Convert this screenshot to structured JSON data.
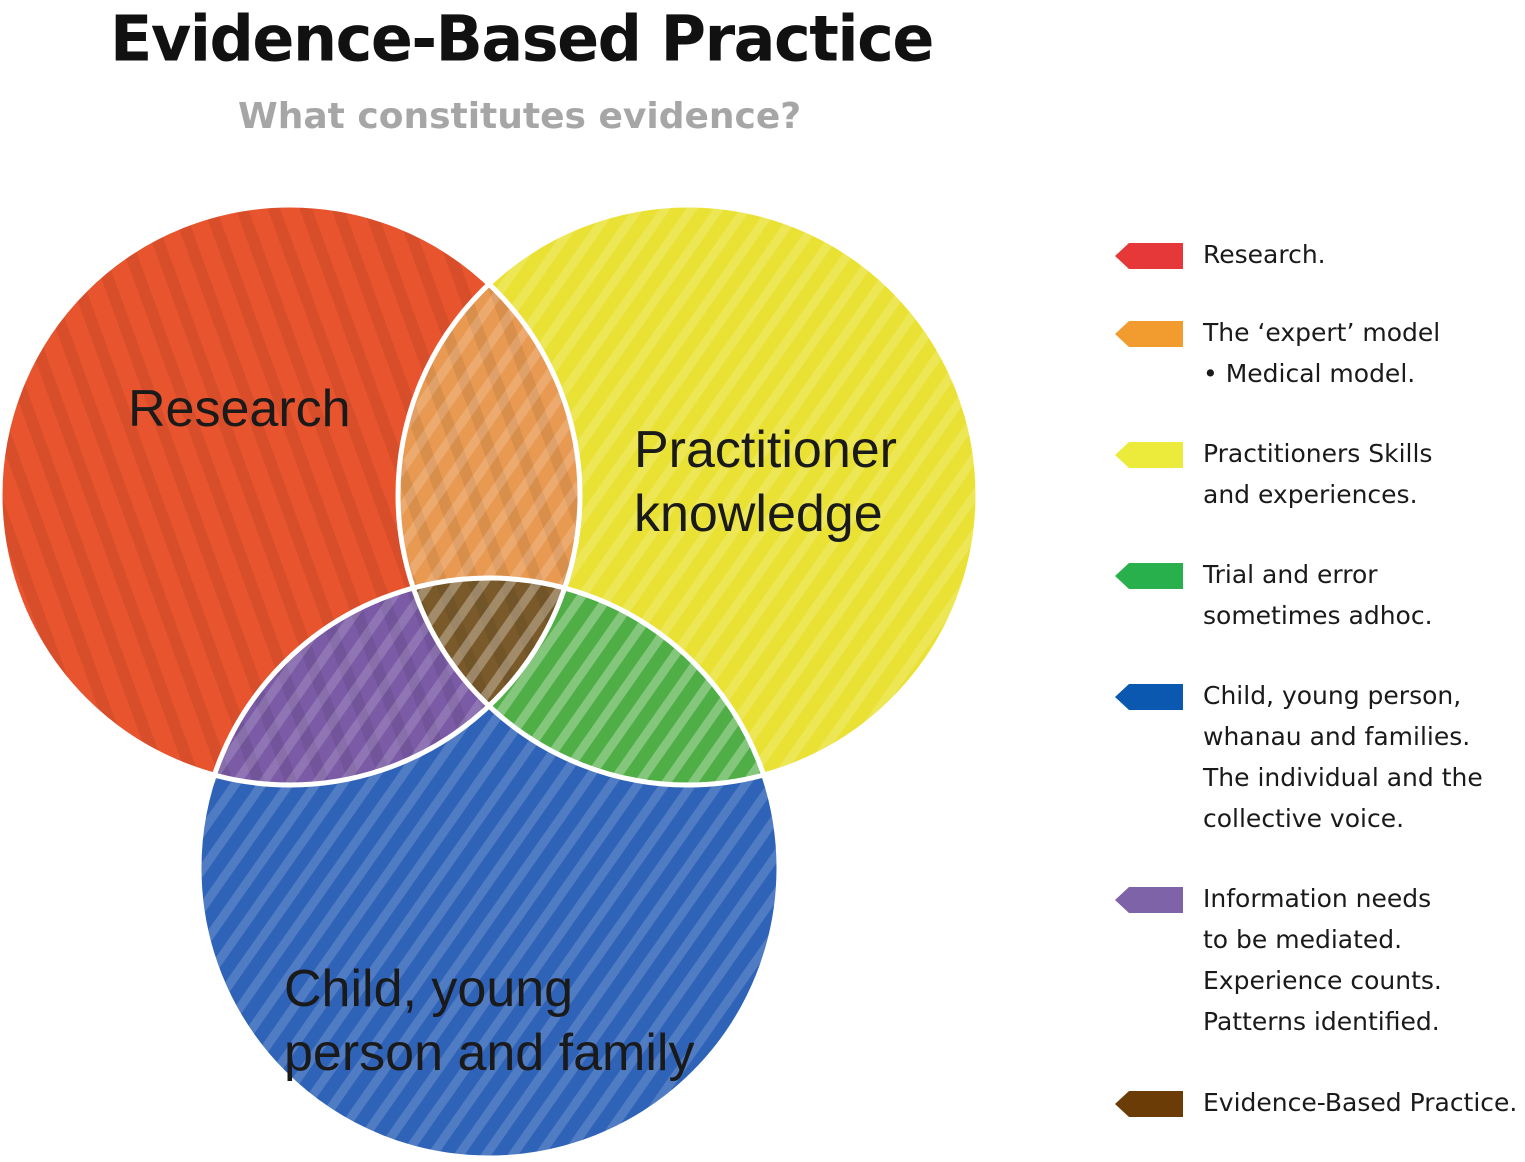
{
  "header": {
    "title": "Evidence-Based Practice",
    "subtitle": "What constitutes evidence?"
  },
  "diagram": {
    "circles": [
      {
        "name": "research",
        "label_lines": [
          "Research"
        ],
        "color": "#e8542e"
      },
      {
        "name": "practitioner-knowledge",
        "label_lines": [
          "Practitioner",
          "knowledge"
        ],
        "color": "#eae135"
      },
      {
        "name": "child-young-person-family",
        "label_lines": [
          "Child, young",
          "person and family"
        ],
        "color": "#2f63b8"
      }
    ],
    "overlap_colors": {
      "research_practitioner": "#e99a52",
      "research_child": "#7b5aa6",
      "practitioner_child": "#4fae45",
      "center": "#7a5a2a"
    }
  },
  "legend": {
    "items": [
      {
        "color": "#e63838",
        "lines": [
          "Research."
        ]
      },
      {
        "color": "#f29b2e",
        "lines": [
          "The ‘expert’ model",
          "• Medical model."
        ]
      },
      {
        "color": "#ecea3a",
        "lines": [
          "Practitioners Skills",
          "and experiences."
        ]
      },
      {
        "color": "#27b04b",
        "lines": [
          "Trial and error",
          "sometimes adhoc."
        ]
      },
      {
        "color": "#0a58b0",
        "lines": [
          "Child, young person,",
          "whanau and families.",
          "The individual and the",
          "collective voice."
        ]
      },
      {
        "color": "#7e63a8",
        "lines": [
          "Information needs",
          "to be mediated.",
          "Experience counts.",
          "Patterns identified."
        ]
      },
      {
        "color": "#6b3c06",
        "lines": [
          "Evidence-Based Practice."
        ]
      }
    ]
  }
}
